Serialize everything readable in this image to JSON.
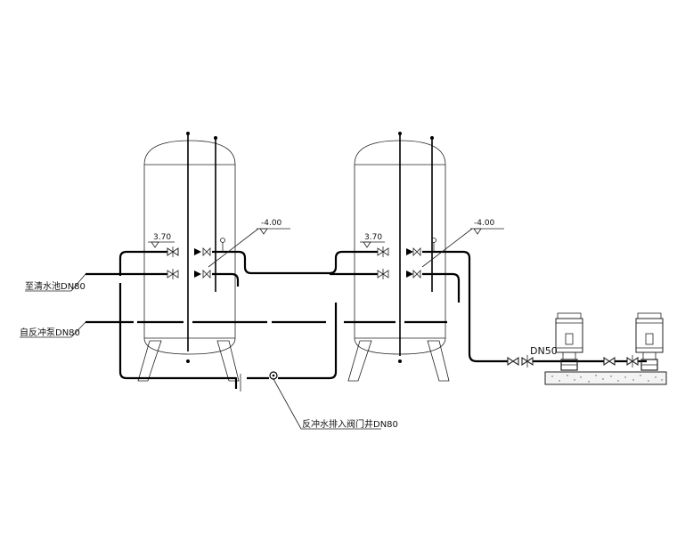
{
  "labels": {
    "to_clear_water_tank": "至清水池DN80",
    "from_backwash_pump": "自反冲泵DN80",
    "backwash_drain": "反冲水排入阀门井DN80",
    "pump_pipe_size": "DN50",
    "level_tank1_left": "3.70",
    "level_tank1_right": "-4.00",
    "level_tank2_left": "3.70",
    "level_tank2_right": "-4.00"
  }
}
